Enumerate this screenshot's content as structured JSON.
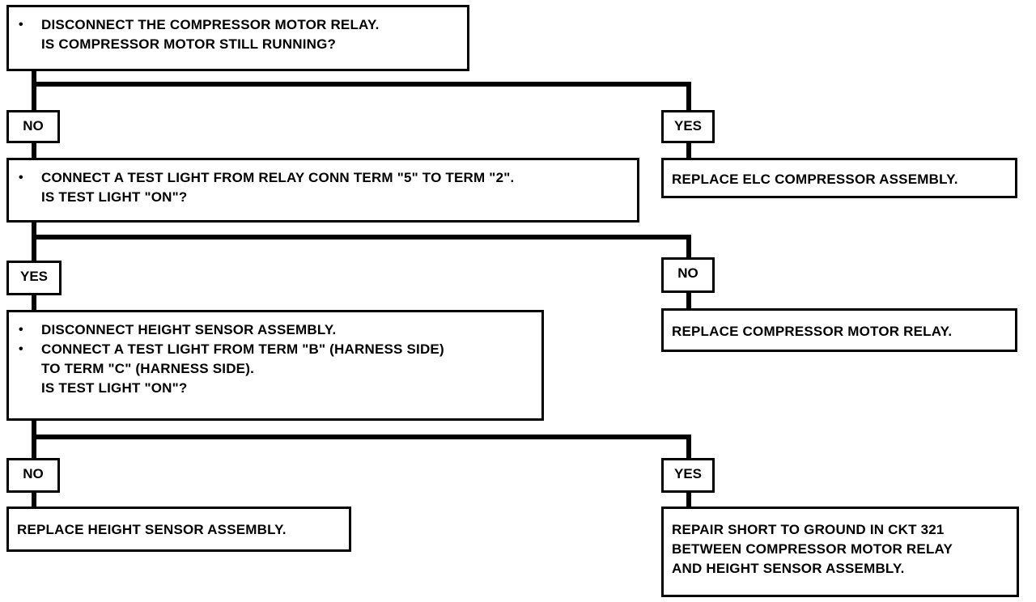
{
  "steps": [
    {
      "lines": [
        {
          "bullet": true,
          "text": "DISCONNECT THE COMPRESSOR MOTOR RELAY."
        },
        {
          "bullet": false,
          "text": "IS COMPRESSOR MOTOR STILL RUNNING?"
        }
      ]
    },
    {
      "lines": [
        {
          "bullet": true,
          "text": "CONNECT A TEST LIGHT FROM RELAY CONN TERM \"5\" TO TERM \"2\"."
        },
        {
          "bullet": false,
          "text": "IS TEST LIGHT \"ON\"?"
        }
      ]
    },
    {
      "lines": [
        {
          "bullet": true,
          "text": "DISCONNECT HEIGHT SENSOR ASSEMBLY."
        },
        {
          "bullet": true,
          "text": "CONNECT A TEST LIGHT FROM TERM \"B\" (HARNESS SIDE)"
        },
        {
          "bullet": false,
          "text": "TO TERM \"C\" (HARNESS SIDE)."
        },
        {
          "bullet": false,
          "text": "IS TEST LIGHT \"ON\"?"
        }
      ]
    }
  ],
  "branches": [
    {
      "left_label": "NO",
      "right_label": "YES",
      "right_result": "REPLACE ELC COMPRESSOR ASSEMBLY."
    },
    {
      "left_label": "YES",
      "right_label": "NO",
      "right_result": "REPLACE COMPRESSOR MOTOR RELAY."
    },
    {
      "left_label": "NO",
      "right_label": "YES"
    }
  ],
  "final_results": {
    "left": "REPLACE HEIGHT SENSOR ASSEMBLY.",
    "right_lines": [
      "REPAIR SHORT TO GROUND IN CKT 321",
      "BETWEEN COMPRESSOR MOTOR RELAY",
      "AND HEIGHT SENSOR ASSEMBLY."
    ]
  },
  "bullet_glyph": "•"
}
